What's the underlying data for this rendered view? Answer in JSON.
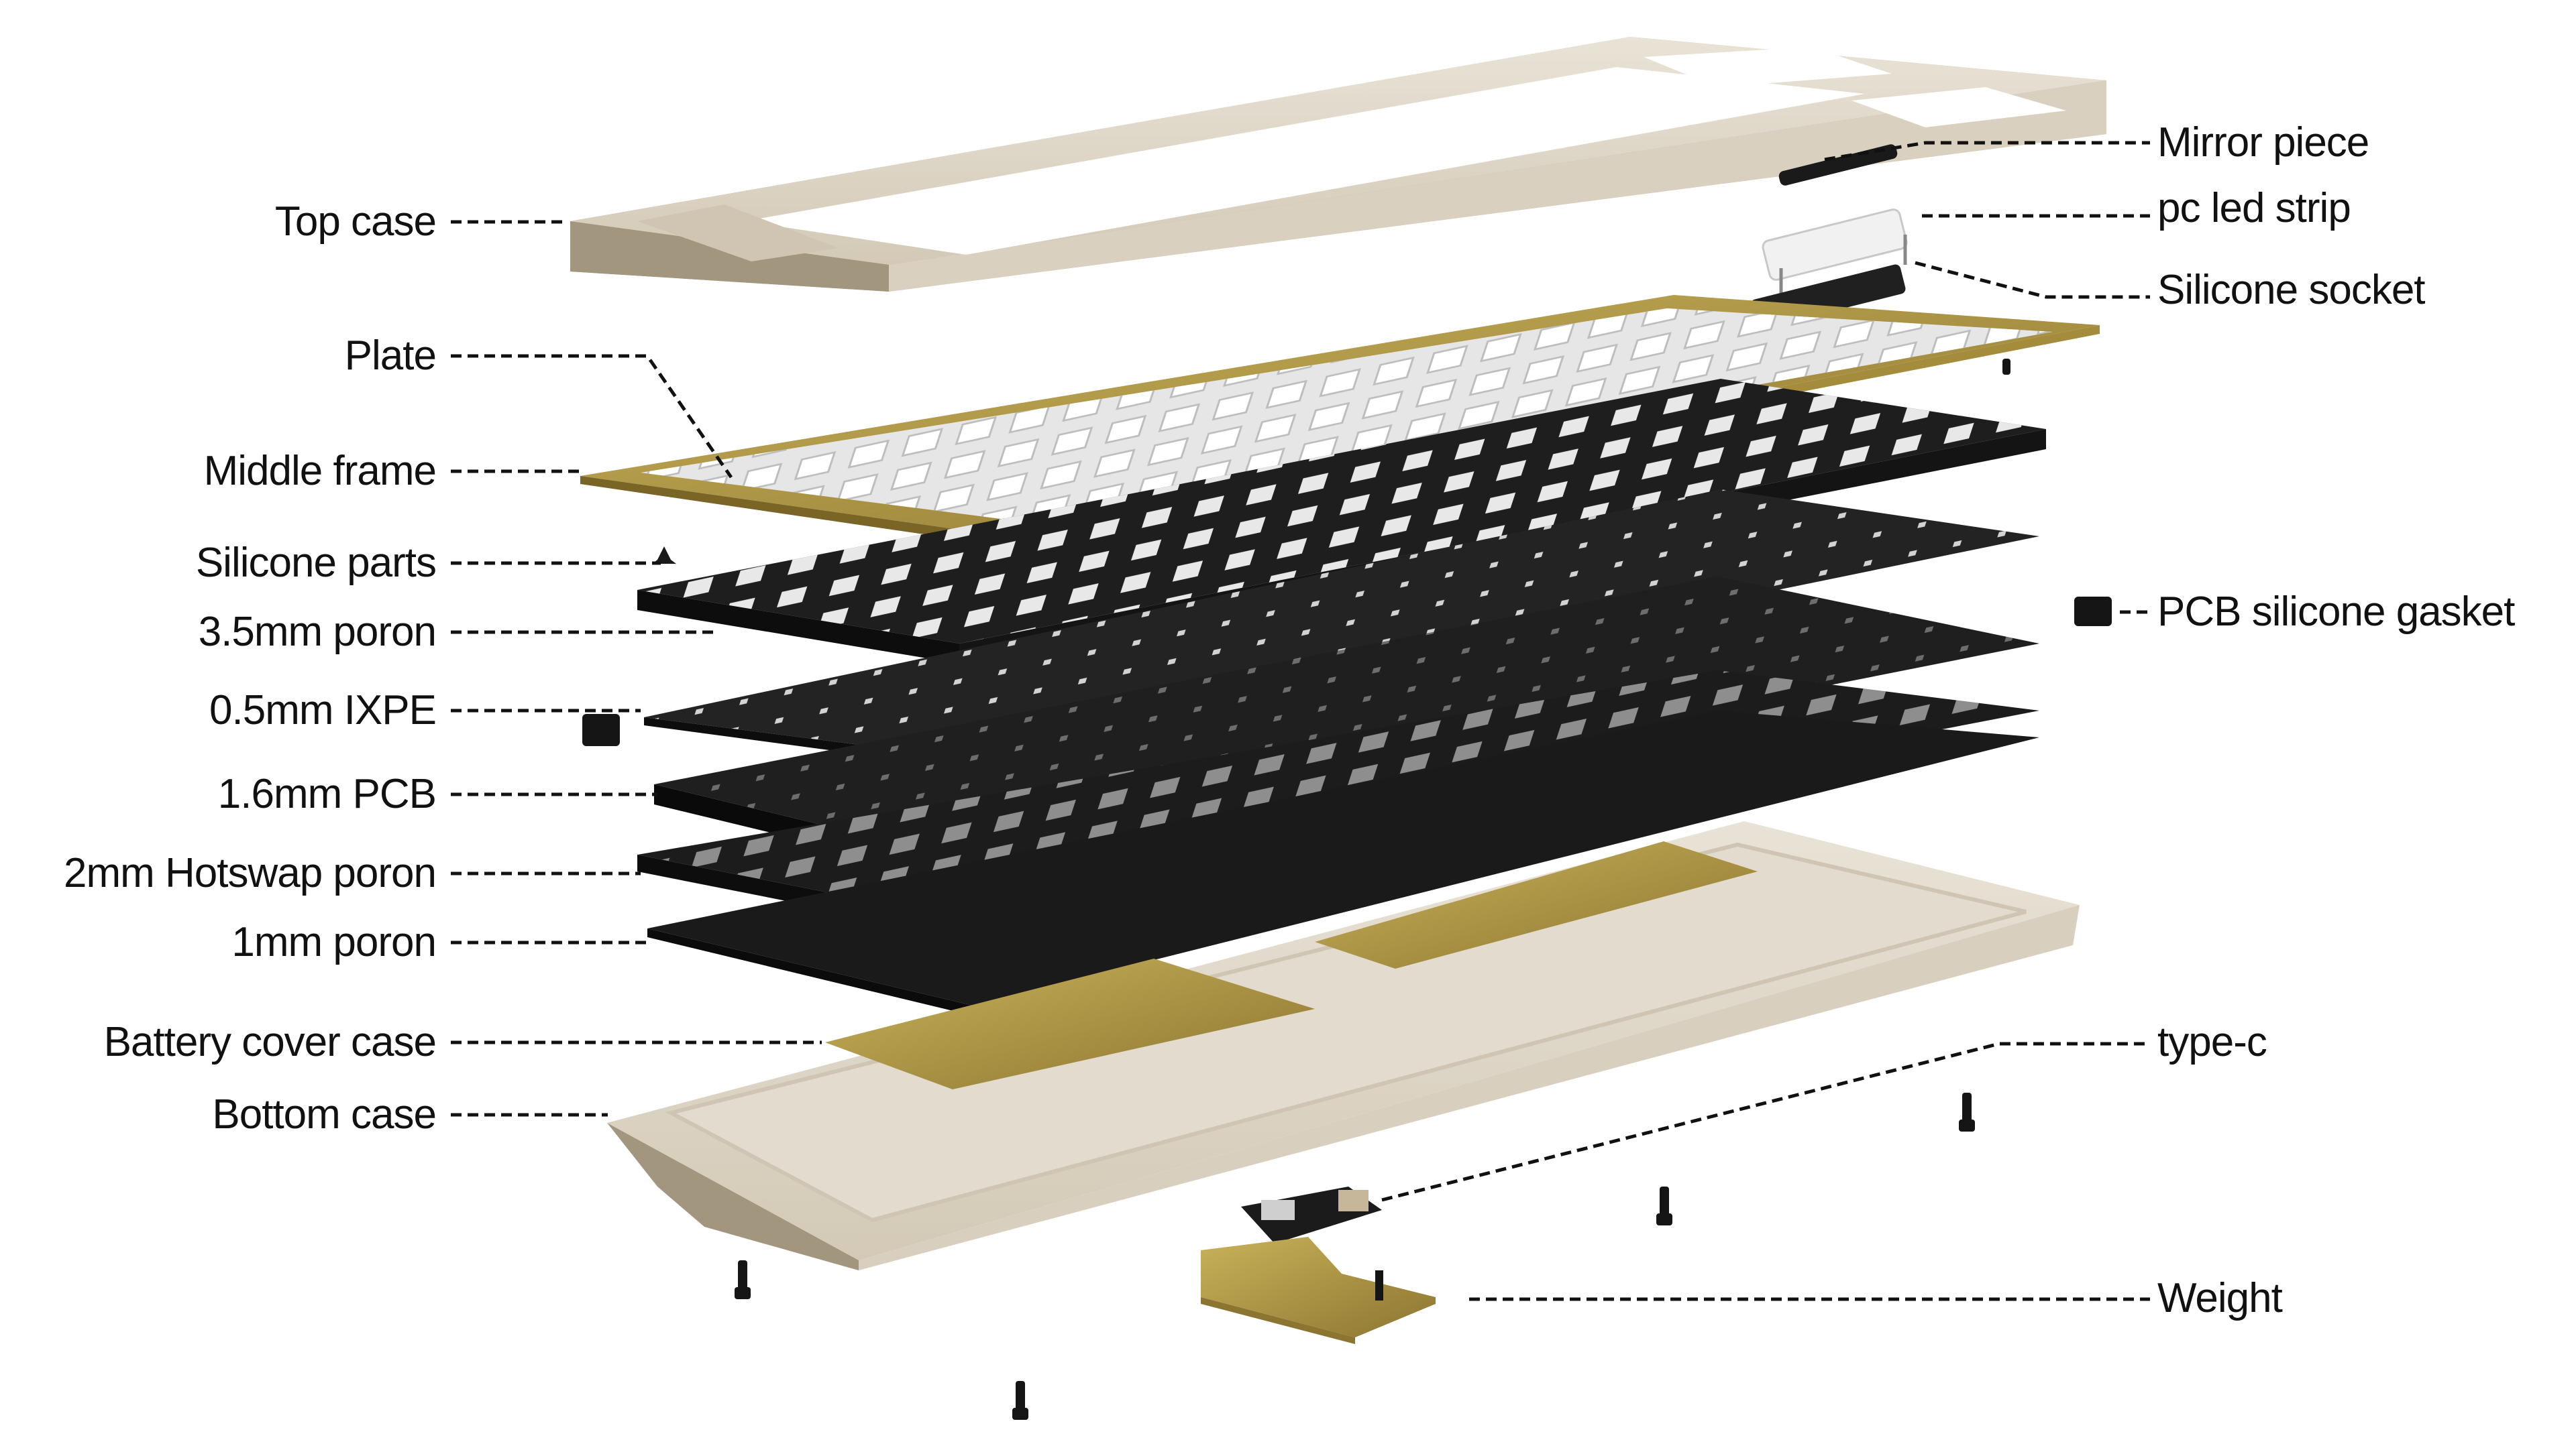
{
  "diagram": {
    "title": "Keyboard exploded view",
    "colors": {
      "background": "#ffffff",
      "case_light": "#e3dccf",
      "case_mid": "#cfc6b5",
      "case_shadow": "#a3967f",
      "brass": "#b9a14a",
      "brass_dark": "#8c7530",
      "plate": "#e8e8e8",
      "foam": "#1c1c1c",
      "foam_edge": "#0d0d0d",
      "leader_line": "#111111",
      "text": "#111111"
    },
    "left_labels": [
      {
        "id": "top-case",
        "text": "Top case"
      },
      {
        "id": "plate",
        "text": "Plate"
      },
      {
        "id": "middle-frame",
        "text": "Middle frame"
      },
      {
        "id": "silicone-parts",
        "text": "Silicone parts"
      },
      {
        "id": "poron-3-5mm",
        "text": "3.5mm poron"
      },
      {
        "id": "ixpe-0-5mm",
        "text": "0.5mm IXPE"
      },
      {
        "id": "pcb-1-6mm",
        "text": "1.6mm PCB"
      },
      {
        "id": "hotswap-poron-2mm",
        "text": "2mm Hotswap poron"
      },
      {
        "id": "poron-1mm",
        "text": "1mm poron"
      },
      {
        "id": "battery-cover-case",
        "text": "Battery cover case"
      },
      {
        "id": "bottom-case",
        "text": "Bottom case"
      }
    ],
    "right_labels": [
      {
        "id": "mirror-piece",
        "text": "Mirror piece"
      },
      {
        "id": "pc-led-strip",
        "text": "pc led strip"
      },
      {
        "id": "silicone-socket",
        "text": "Silicone socket"
      },
      {
        "id": "pcb-silicone-gasket",
        "text": "PCB silicone gasket"
      },
      {
        "id": "type-c",
        "text": "type-c"
      },
      {
        "id": "weight",
        "text": "Weight"
      }
    ]
  }
}
